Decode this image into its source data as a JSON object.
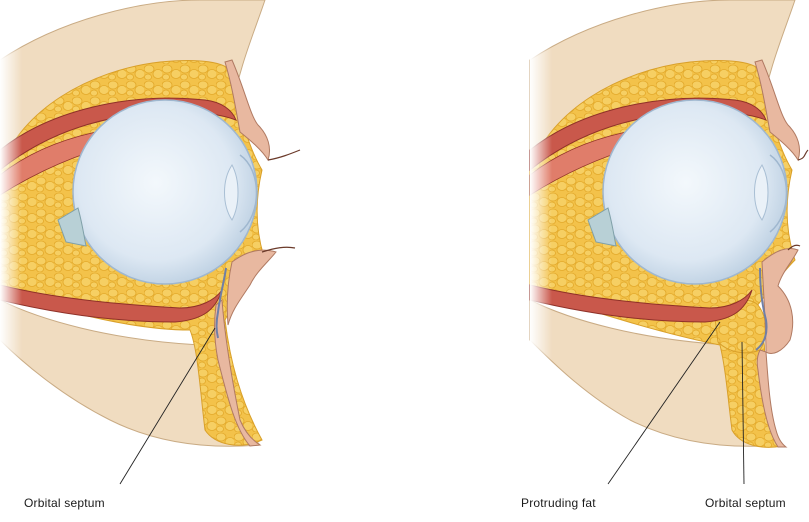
{
  "labels": {
    "left_orbital_septum": "Orbital septum",
    "protruding_fat": "Protruding fat",
    "right_orbital_septum": "Orbital septum"
  },
  "colors": {
    "fat": "#f3c24a",
    "fat_globule_outline": "#e3a92a",
    "muscle": "#c9584b",
    "muscle_light": "#e07d6a",
    "bone": "#f0dcc0",
    "skin": "#e8b8a0",
    "eyeball": "#dbe7f2",
    "eyeball_edge": "#9fb7cf",
    "optic_nerve": "#b8d0d6",
    "septum": "#6f7fa6",
    "leader_line": "#222222"
  }
}
